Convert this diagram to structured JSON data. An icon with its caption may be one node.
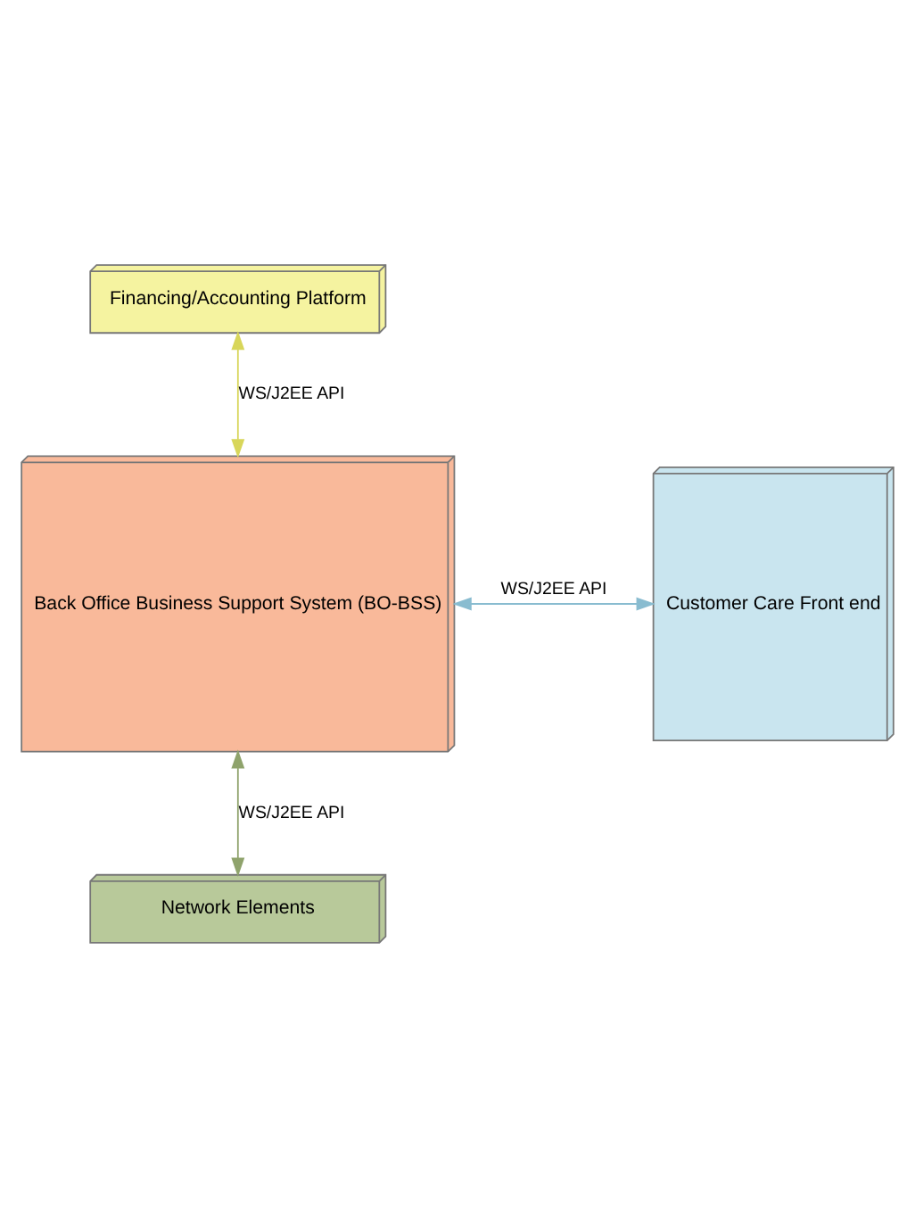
{
  "diagram": {
    "nodes": [
      {
        "text": [
          "Financing/Accounting Platform"
        ]
      },
      {
        "text": [
          "Back Office Business Support System (BO-BSS)"
        ]
      },
      {
        "text": [
          "Customer Care Front end"
        ]
      },
      {
        "text": [
          "Network Elements"
        ]
      }
    ],
    "edges": [
      {
        "from": 0,
        "to": 1,
        "arrow": "both",
        "label": "WS/J2EE API",
        "color": "#d8d65a"
      },
      {
        "from": 1,
        "to": 2,
        "arrow": "both",
        "label": "WS/J2EE API",
        "color": "#89bcd0"
      },
      {
        "from": 1,
        "to": 3,
        "arrow": "both",
        "label": "WS/J2EE API",
        "color": "#8fa36c"
      }
    ]
  }
}
